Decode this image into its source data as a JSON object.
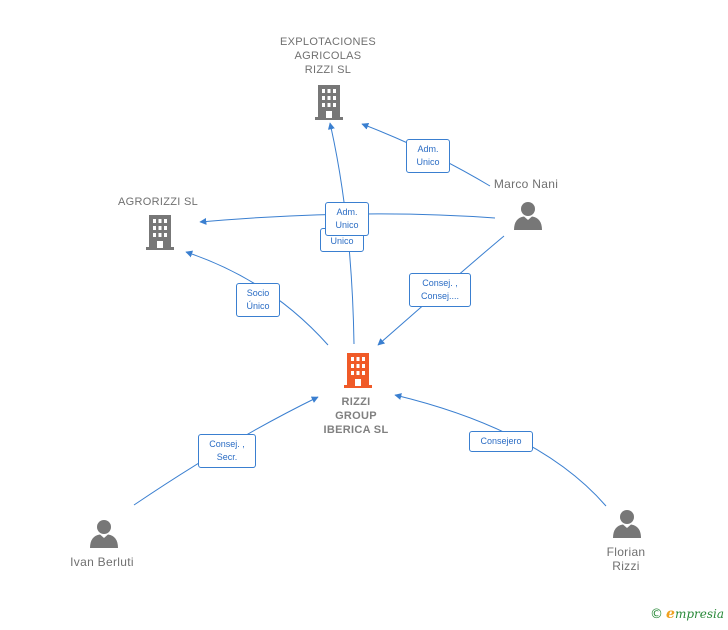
{
  "nodes": {
    "explotaciones": {
      "label": "EXPLOTACIONES\nAGRICOLAS\nRIZZI  SL",
      "type": "company"
    },
    "agrorizzi": {
      "label": "AGRORIZZI  SL",
      "type": "company"
    },
    "rizzi_group": {
      "label": "RIZZI\nGROUP\nIBERICA  SL",
      "type": "company-focus"
    },
    "marco_nani": {
      "label": "Marco Nani",
      "type": "person"
    },
    "ivan_berluti": {
      "label": "Ivan Berluti",
      "type": "person"
    },
    "florian_rizzi": {
      "label": "Florian\nRizzi",
      "type": "person"
    }
  },
  "edges": {
    "marco_explotaciones": {
      "label": "Adm.\nUnico"
    },
    "rizzi_explotaciones": {
      "label": "Adm.\nUnico"
    },
    "marco_agrorizzi": {
      "label": "Unico"
    },
    "rizzi_agrorizzi": {
      "label": "Socio\nÚnico"
    },
    "marco_rizzi": {
      "label": "Consej. ,\nConsej...."
    },
    "ivan_rizzi": {
      "label": "Consej. ,\nSecr."
    },
    "florian_rizzi": {
      "label": "Consejero"
    }
  },
  "colors": {
    "edge": "#3a7fd0",
    "company_icon": "#777777",
    "focus_icon": "#f05a28",
    "person_icon": "#777777"
  },
  "brand": {
    "copyright": "©",
    "name_initial": "e",
    "name_rest": "mpresia"
  }
}
